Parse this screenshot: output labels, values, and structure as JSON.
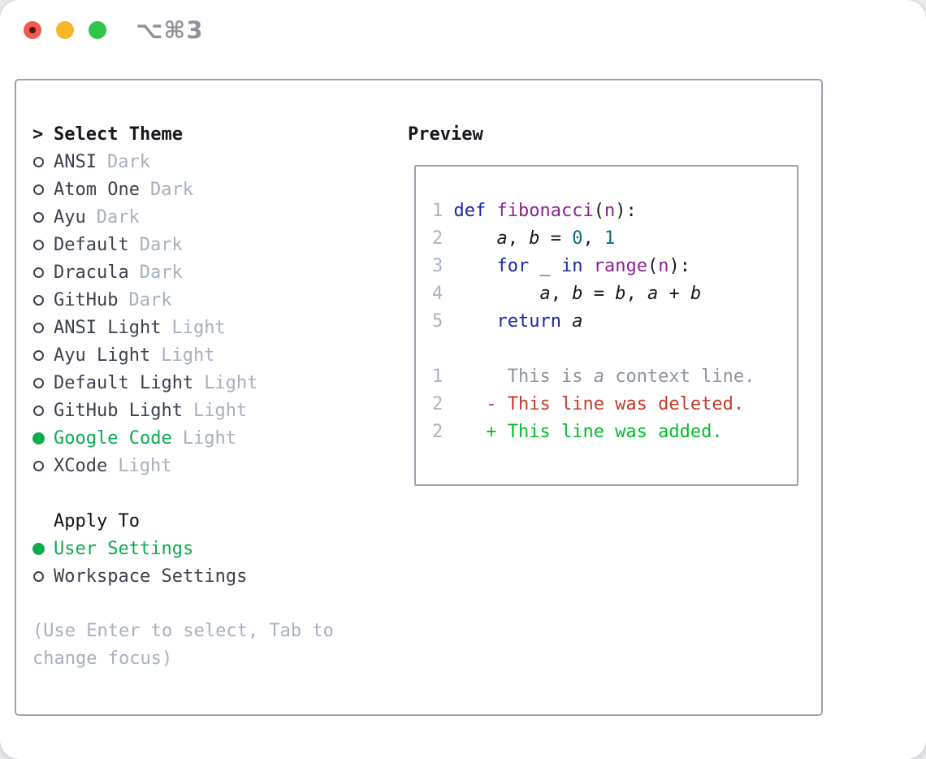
{
  "window": {
    "title": "⌥⌘3"
  },
  "colors": {
    "selected_green": "#0bac4e",
    "diff_added_green": "#00bd2c",
    "diff_deleted_red": "#c43a28",
    "keyword_blue": "#1c25a8",
    "function_purple": "#8e2092",
    "literal_teal": "#0d6e73",
    "traffic_red": "#f25a4d",
    "traffic_yellow": "#f7b52a",
    "traffic_green": "#2fc548"
  },
  "theme_panel": {
    "cursor": ">",
    "header": "Select Theme",
    "themes": [
      {
        "name": "ANSI",
        "badge": "Dark",
        "selected": false
      },
      {
        "name": "Atom One",
        "badge": "Dark",
        "selected": false
      },
      {
        "name": "Ayu",
        "badge": "Dark",
        "selected": false
      },
      {
        "name": "Default",
        "badge": "Dark",
        "selected": false
      },
      {
        "name": "Dracula",
        "badge": "Dark",
        "selected": false
      },
      {
        "name": "GitHub",
        "badge": "Dark",
        "selected": false
      },
      {
        "name": "ANSI Light",
        "badge": "Light",
        "selected": false
      },
      {
        "name": "Ayu Light",
        "badge": "Light",
        "selected": false
      },
      {
        "name": "Default Light",
        "badge": "Light",
        "selected": false
      },
      {
        "name": "GitHub Light",
        "badge": "Light",
        "selected": false
      },
      {
        "name": "Google Code",
        "badge": "Light",
        "selected": true
      },
      {
        "name": "XCode",
        "badge": "Light",
        "selected": false
      }
    ],
    "apply_to": {
      "header": "Apply To",
      "options": [
        {
          "name": "User Settings",
          "selected": true
        },
        {
          "name": "Workspace Settings",
          "selected": false
        }
      ]
    },
    "help_text": "(Use Enter to select, Tab to change focus)"
  },
  "preview": {
    "header": "Preview",
    "lines": [
      [
        {
          "text": "1 ",
          "style": "lnum"
        },
        {
          "text": "def ",
          "style": "kw"
        },
        {
          "text": "fibonacci",
          "style": "fn"
        },
        {
          "text": "(",
          "style": "pln"
        },
        {
          "text": "n",
          "style": "fn"
        },
        {
          "text": "):",
          "style": "pln"
        }
      ],
      [
        {
          "text": "2 ",
          "style": "lnum"
        },
        {
          "text": "    ",
          "style": "pln"
        },
        {
          "text": "a",
          "style": "var"
        },
        {
          "text": ", ",
          "style": "pln"
        },
        {
          "text": "b",
          "style": "var"
        },
        {
          "text": " = ",
          "style": "pln"
        },
        {
          "text": "0",
          "style": "num"
        },
        {
          "text": ", ",
          "style": "pln"
        },
        {
          "text": "1",
          "style": "num"
        }
      ],
      [
        {
          "text": "3 ",
          "style": "lnum"
        },
        {
          "text": "    ",
          "style": "pln"
        },
        {
          "text": "for ",
          "style": "kw"
        },
        {
          "text": "_ ",
          "style": "pln"
        },
        {
          "text": "in ",
          "style": "kw"
        },
        {
          "text": "range",
          "style": "fn"
        },
        {
          "text": "(",
          "style": "pln"
        },
        {
          "text": "n",
          "style": "fn"
        },
        {
          "text": "):",
          "style": "pln"
        }
      ],
      [
        {
          "text": "4 ",
          "style": "lnum"
        },
        {
          "text": "        ",
          "style": "pln"
        },
        {
          "text": "a",
          "style": "var"
        },
        {
          "text": ", ",
          "style": "pln"
        },
        {
          "text": "b",
          "style": "var"
        },
        {
          "text": " = ",
          "style": "pln"
        },
        {
          "text": "b",
          "style": "var"
        },
        {
          "text": ", ",
          "style": "pln"
        },
        {
          "text": "a",
          "style": "var"
        },
        {
          "text": " + ",
          "style": "pln"
        },
        {
          "text": "b",
          "style": "var"
        }
      ],
      [
        {
          "text": "5 ",
          "style": "lnum"
        },
        {
          "text": "    ",
          "style": "pln"
        },
        {
          "text": "return ",
          "style": "kw"
        },
        {
          "text": "a",
          "style": "var"
        }
      ],
      [],
      [
        {
          "text": "1 ",
          "style": "lnum"
        },
        {
          "text": "     ",
          "style": "ctx"
        },
        {
          "text": "This is ",
          "style": "ctx"
        },
        {
          "text": "a",
          "style": "ctxvar"
        },
        {
          "text": " context line.",
          "style": "ctx"
        }
      ],
      [
        {
          "text": "2 ",
          "style": "lnum"
        },
        {
          "text": "   - ",
          "style": "del"
        },
        {
          "text": "This line was deleted.",
          "style": "del"
        }
      ],
      [
        {
          "text": "2 ",
          "style": "lnum"
        },
        {
          "text": "   + ",
          "style": "add"
        },
        {
          "text": "This line was added.",
          "style": "add"
        }
      ]
    ]
  }
}
